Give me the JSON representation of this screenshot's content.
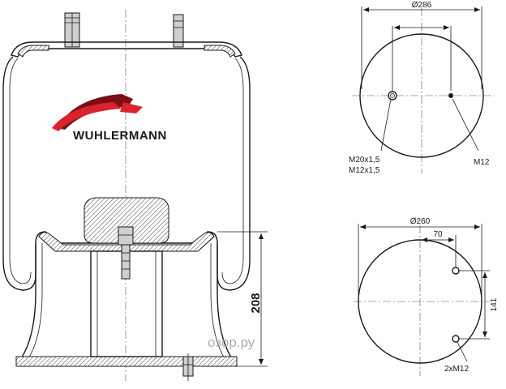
{
  "brand": {
    "name": "WUHLERMANN",
    "accent_color": "#d9232d",
    "accent_color_dark": "#7a1015"
  },
  "side_view": {
    "height_label": "208"
  },
  "top_view": {
    "diameter_label": "Ø286",
    "label_left_line1": "M20x1,5",
    "label_left_line2": "M12x1,5",
    "label_right": "M12"
  },
  "bottom_view": {
    "diameter_label": "Ø260",
    "offset_label": "70",
    "spacing_label": "141",
    "holes_label": "2xM12"
  },
  "watermark": {
    "prefix": "озо",
    "suffix": "р.ру"
  }
}
